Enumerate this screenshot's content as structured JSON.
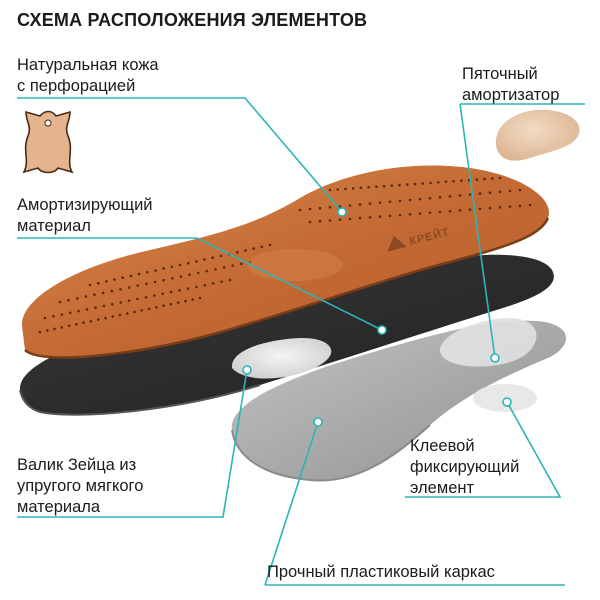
{
  "title": "СХЕМА РАСПОЛОЖЕНИЯ ЭЛЕМЕНТОВ",
  "labels": {
    "leather": [
      "Натуральная кожа",
      "с перфорацией"
    ],
    "cushion": [
      "Амортизирующий",
      "материал"
    ],
    "heel": [
      "Пяточный",
      "амортизатор"
    ],
    "roller": [
      "Валик Зейца из",
      "упругого мягкого",
      "материала"
    ],
    "adhesive": [
      "Клеевой",
      "фиксирующий",
      "элемент"
    ],
    "frame": [
      "Прочный пластиковый каркас"
    ]
  },
  "brand": "КРЕЙТ",
  "colors": {
    "accent": "#2bb5b8",
    "leather": "#c8703a",
    "leather_light": "#e0a068",
    "black_layer": "#2e2e2e",
    "gray_frame": "#a9aaaa",
    "heel_pad": "#e7c8a8"
  }
}
